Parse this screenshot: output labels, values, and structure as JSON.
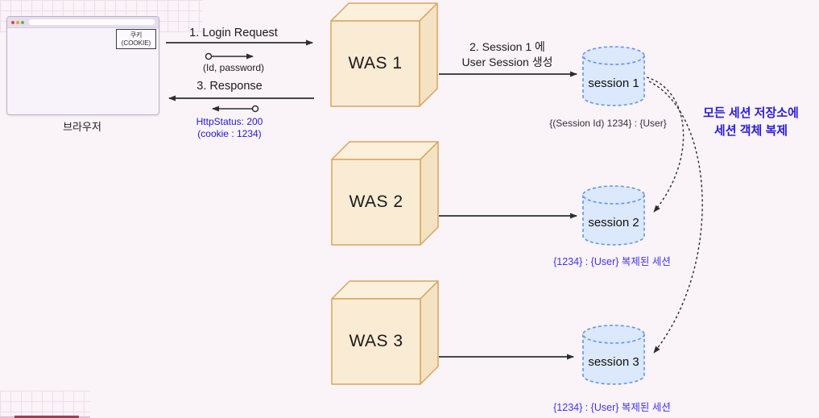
{
  "browser": {
    "label": "브라우저",
    "cookie_line1": "쿠키",
    "cookie_line2": "(COOKIE)"
  },
  "flow": {
    "login_request": {
      "label": "1. Login Request",
      "sub": "(Id, password)"
    },
    "response": {
      "label": "3. Response",
      "sub1": "HttpStatus: 200",
      "sub2": "(cookie : 1234)"
    },
    "session_create": {
      "line1": "2.  Session 1 에",
      "line2": "User Session 생성"
    }
  },
  "was_nodes": [
    {
      "label": "WAS 1"
    },
    {
      "label": "WAS 2"
    },
    {
      "label": "WAS 3"
    }
  ],
  "sessions": [
    {
      "label": "session 1",
      "caption": "{(Session Id) 1234} : {User}"
    },
    {
      "label": "session 2",
      "caption": "{1234} : {User}  복제된 세션"
    },
    {
      "label": "session 3",
      "caption": "{1234} : {User}  복제된 세션"
    }
  ],
  "replication_note": {
    "line1": "모든 세션 저장소에",
    "line2": "세션 객체 복제"
  },
  "colors": {
    "background": "#faf3f8",
    "accent_blue": "#2518cf",
    "note_blue": "#2b1ed2",
    "caption_blue": "#4334e4",
    "cube_front": "#faecd4",
    "cube_top": "#fbf0dc",
    "cube_side": "#f4e2c2",
    "cube_border": "#d7a55f",
    "cylinder_fill": "#dce8fb",
    "cylinder_border": "#5f97e8",
    "arrow": "#2d2d2d"
  }
}
